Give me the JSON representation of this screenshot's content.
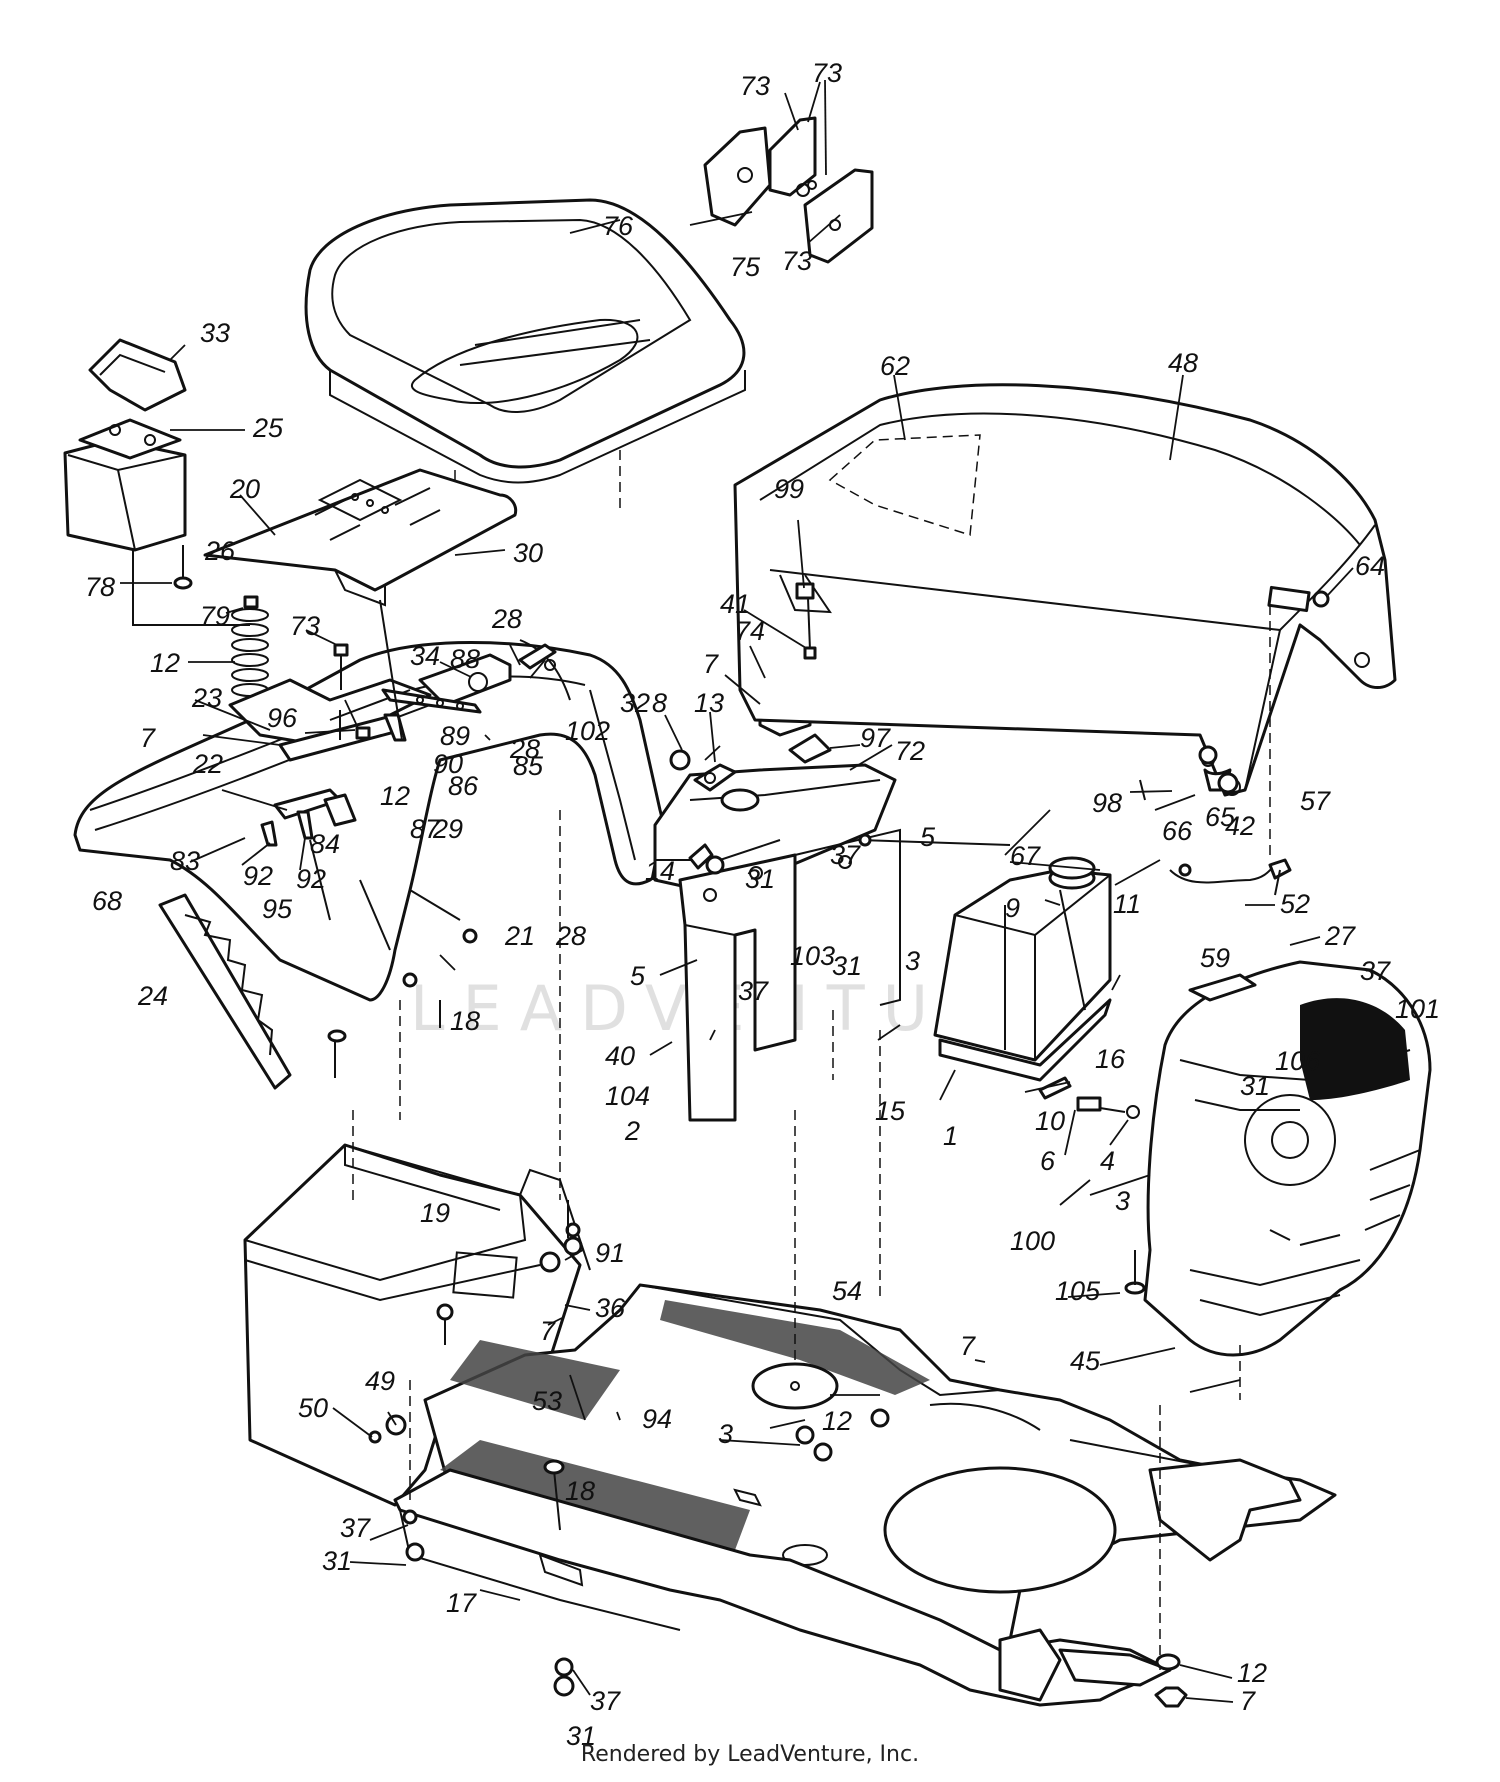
{
  "watermark": "LEADVENTURE",
  "footer": {
    "text": "Rendered by LeadVenture, Inc."
  },
  "callouts": [
    "73",
    "73",
    "75",
    "73",
    "76",
    "33",
    "25",
    "62",
    "48",
    "20",
    "26",
    "30",
    "99",
    "64",
    "78",
    "79",
    "41",
    "74",
    "73",
    "28",
    "12",
    "34",
    "88",
    "23",
    "7",
    "97",
    "72",
    "96",
    "32",
    "8",
    "13",
    "102",
    "7",
    "28",
    "89",
    "90",
    "85",
    "22",
    "86",
    "87",
    "12",
    "57",
    "98",
    "65",
    "66",
    "42",
    "52",
    "83",
    "84",
    "92",
    "95",
    "92",
    "68",
    "29",
    "14",
    "5",
    "37",
    "31",
    "67",
    "9",
    "11",
    "21",
    "28",
    "59",
    "27",
    "37",
    "37",
    "103",
    "31",
    "3",
    "5",
    "18",
    "40",
    "31",
    "106",
    "101",
    "24",
    "104",
    "16",
    "15",
    "10",
    "2",
    "1",
    "6",
    "4",
    "100",
    "3",
    "91",
    "19",
    "36",
    "7",
    "54",
    "105",
    "45",
    "7",
    "49",
    "50",
    "53",
    "94",
    "12",
    "3",
    "18",
    "37",
    "31",
    "17",
    "37",
    "12",
    "31",
    "7"
  ]
}
